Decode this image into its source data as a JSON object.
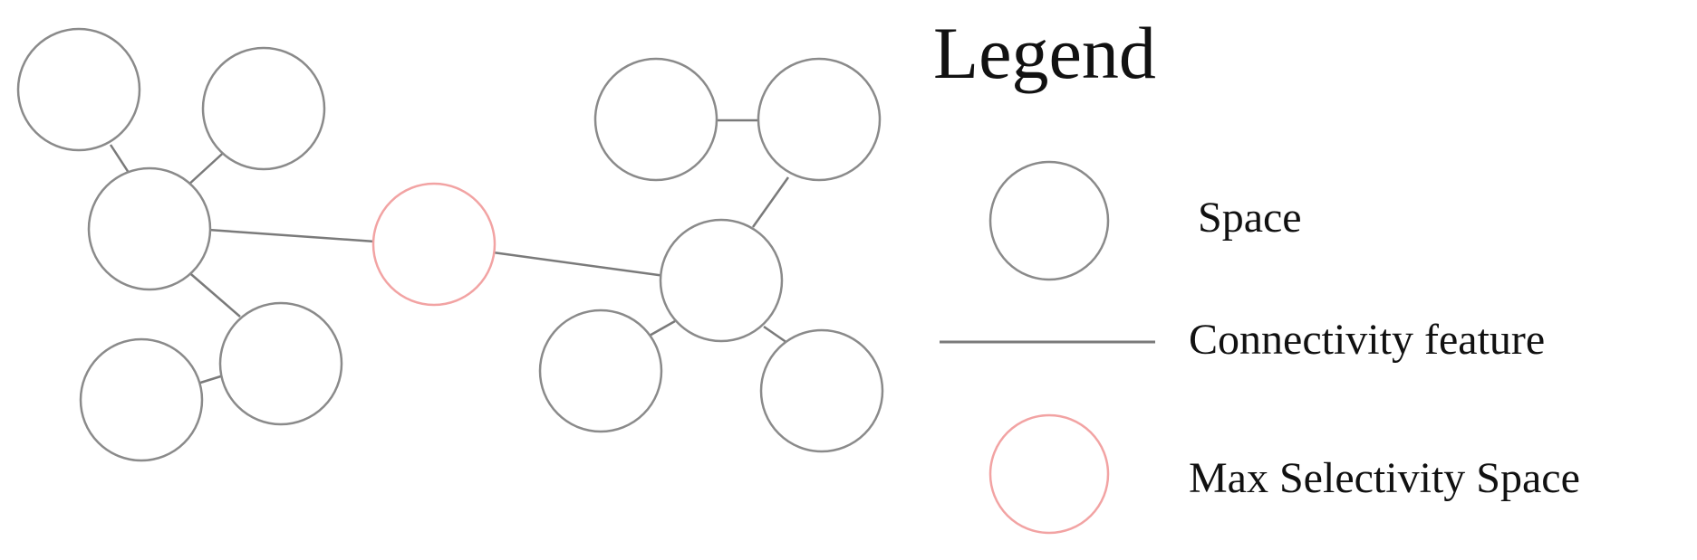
{
  "colors": {
    "node_stroke": "#8a8a8a",
    "edge_stroke": "#7a7a7a",
    "highlight_stroke": "#f2a3a3"
  },
  "legend": {
    "title": "Legend",
    "items": [
      {
        "symbol": "circle-icon",
        "label": "Space"
      },
      {
        "symbol": "line-icon",
        "label": "Connectivity feature"
      },
      {
        "symbol": "red-circle-icon",
        "label": "Max Selectivity Space"
      }
    ]
  }
}
